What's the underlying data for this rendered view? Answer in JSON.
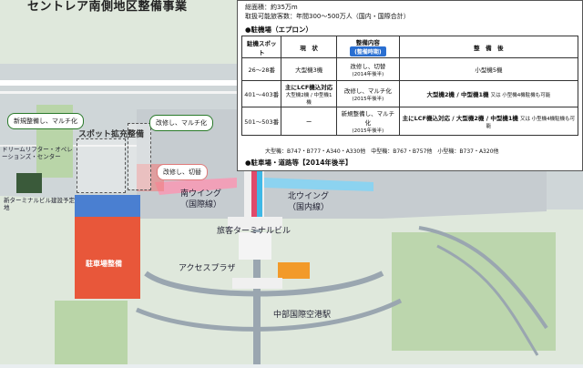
{
  "title": "セントレア南側地区整備事業",
  "info": {
    "area_label": "総面積：約35万m",
    "capacity_label": "取扱可能旅客数：年間300～500万人（国内・国際合計）",
    "section_apron": "●駐機場（エプロン）",
    "table_headers": [
      "駐機スポット",
      "現　状",
      "整備内容",
      "整　備　後"
    ],
    "header_sub": "(整備時期)",
    "rows": [
      {
        "spot": "26～28番",
        "current": "大型機3機",
        "work": "改修し、切替",
        "period": "(2014年後半)",
        "after": "小型機5機"
      },
      {
        "spot": "401～403番",
        "current": "主にLCF機込対応",
        "current_sub": "大型機2機 / 中型機1機",
        "work": "改修し、マルチ化",
        "period": "(2015年後半)",
        "after": "大型機2機 / 中型機1機",
        "after_note": "又は 小型機4機駐機も可能"
      },
      {
        "spot": "501～503番",
        "current": "ー",
        "work": "新規整備し、マルチ化",
        "period": "(2015年後半)",
        "after": "主にLCF機込対応 / 大型機2機 / 中型機1機",
        "after_note": "又は 小型機4機駐機も可能"
      }
    ],
    "footnote": "大型機：B747・B777・A340・A330他　中型機：B767・B757他　小型機：B737・A320他",
    "section_parking": "●駐車場・道路等【2014年後半】"
  },
  "map_labels": {
    "spot_expand": "スポット拡充整備",
    "new_multi": "新規整備し、マルチ化",
    "renovate_multi": "改修し、マルチ化",
    "renovate_switch": "改修し、切替",
    "dreamlifter": "ドリームリフター・オペレーションズ・センター",
    "new_terminal": "新ターミナルビル建設予定地",
    "parking": "駐車場整備",
    "south_wing": "南ウイング",
    "south_wing_sub": "（国際線）",
    "north_wing": "北ウイング",
    "north_wing_sub": "（国内線）",
    "terminal": "旅客ターミナルビル",
    "access_plaza": "アクセスプラザ",
    "station": "中部国際空港駅"
  }
}
